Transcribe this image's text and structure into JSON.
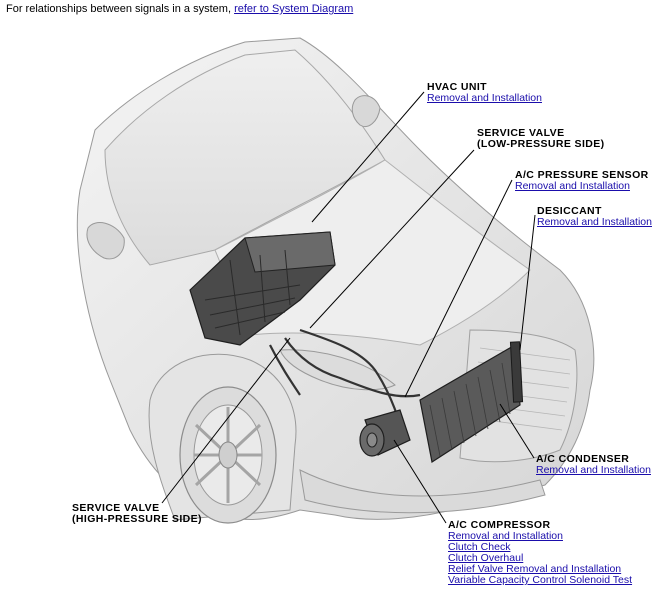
{
  "intro": {
    "text": "For relationships between signals in a system, ",
    "link": "refer to System Diagram"
  },
  "callouts": {
    "hvac_unit": {
      "title": "HVAC UNIT",
      "links": [
        "Removal and Installation"
      ]
    },
    "service_valve_low": {
      "title_line1": "SERVICE VALVE",
      "title_line2": "(LOW-PRESSURE SIDE)"
    },
    "ac_pressure_sensor": {
      "title": "A/C PRESSURE SENSOR",
      "links": [
        "Removal and Installation"
      ]
    },
    "desiccant": {
      "title": "DESICCANT",
      "links": [
        "Removal and Installation"
      ]
    },
    "ac_condenser": {
      "title": "A/C CONDENSER",
      "links": [
        "Removal and Installation"
      ]
    },
    "service_valve_high": {
      "title_line1": "SERVICE VALVE",
      "title_line2": "(HIGH-PRESSURE SIDE)"
    },
    "ac_compressor": {
      "title": "A/C COMPRESSOR",
      "links": [
        "Removal and Installation",
        "Clutch Check",
        "Clutch Overhaul",
        "Relief Valve Removal and Installation",
        "Variable Capacity Control Solenoid Test"
      ]
    }
  },
  "colors": {
    "link": "#1a0dab",
    "car_body": "#e6e6e6",
    "component": "#3a3a3a"
  }
}
